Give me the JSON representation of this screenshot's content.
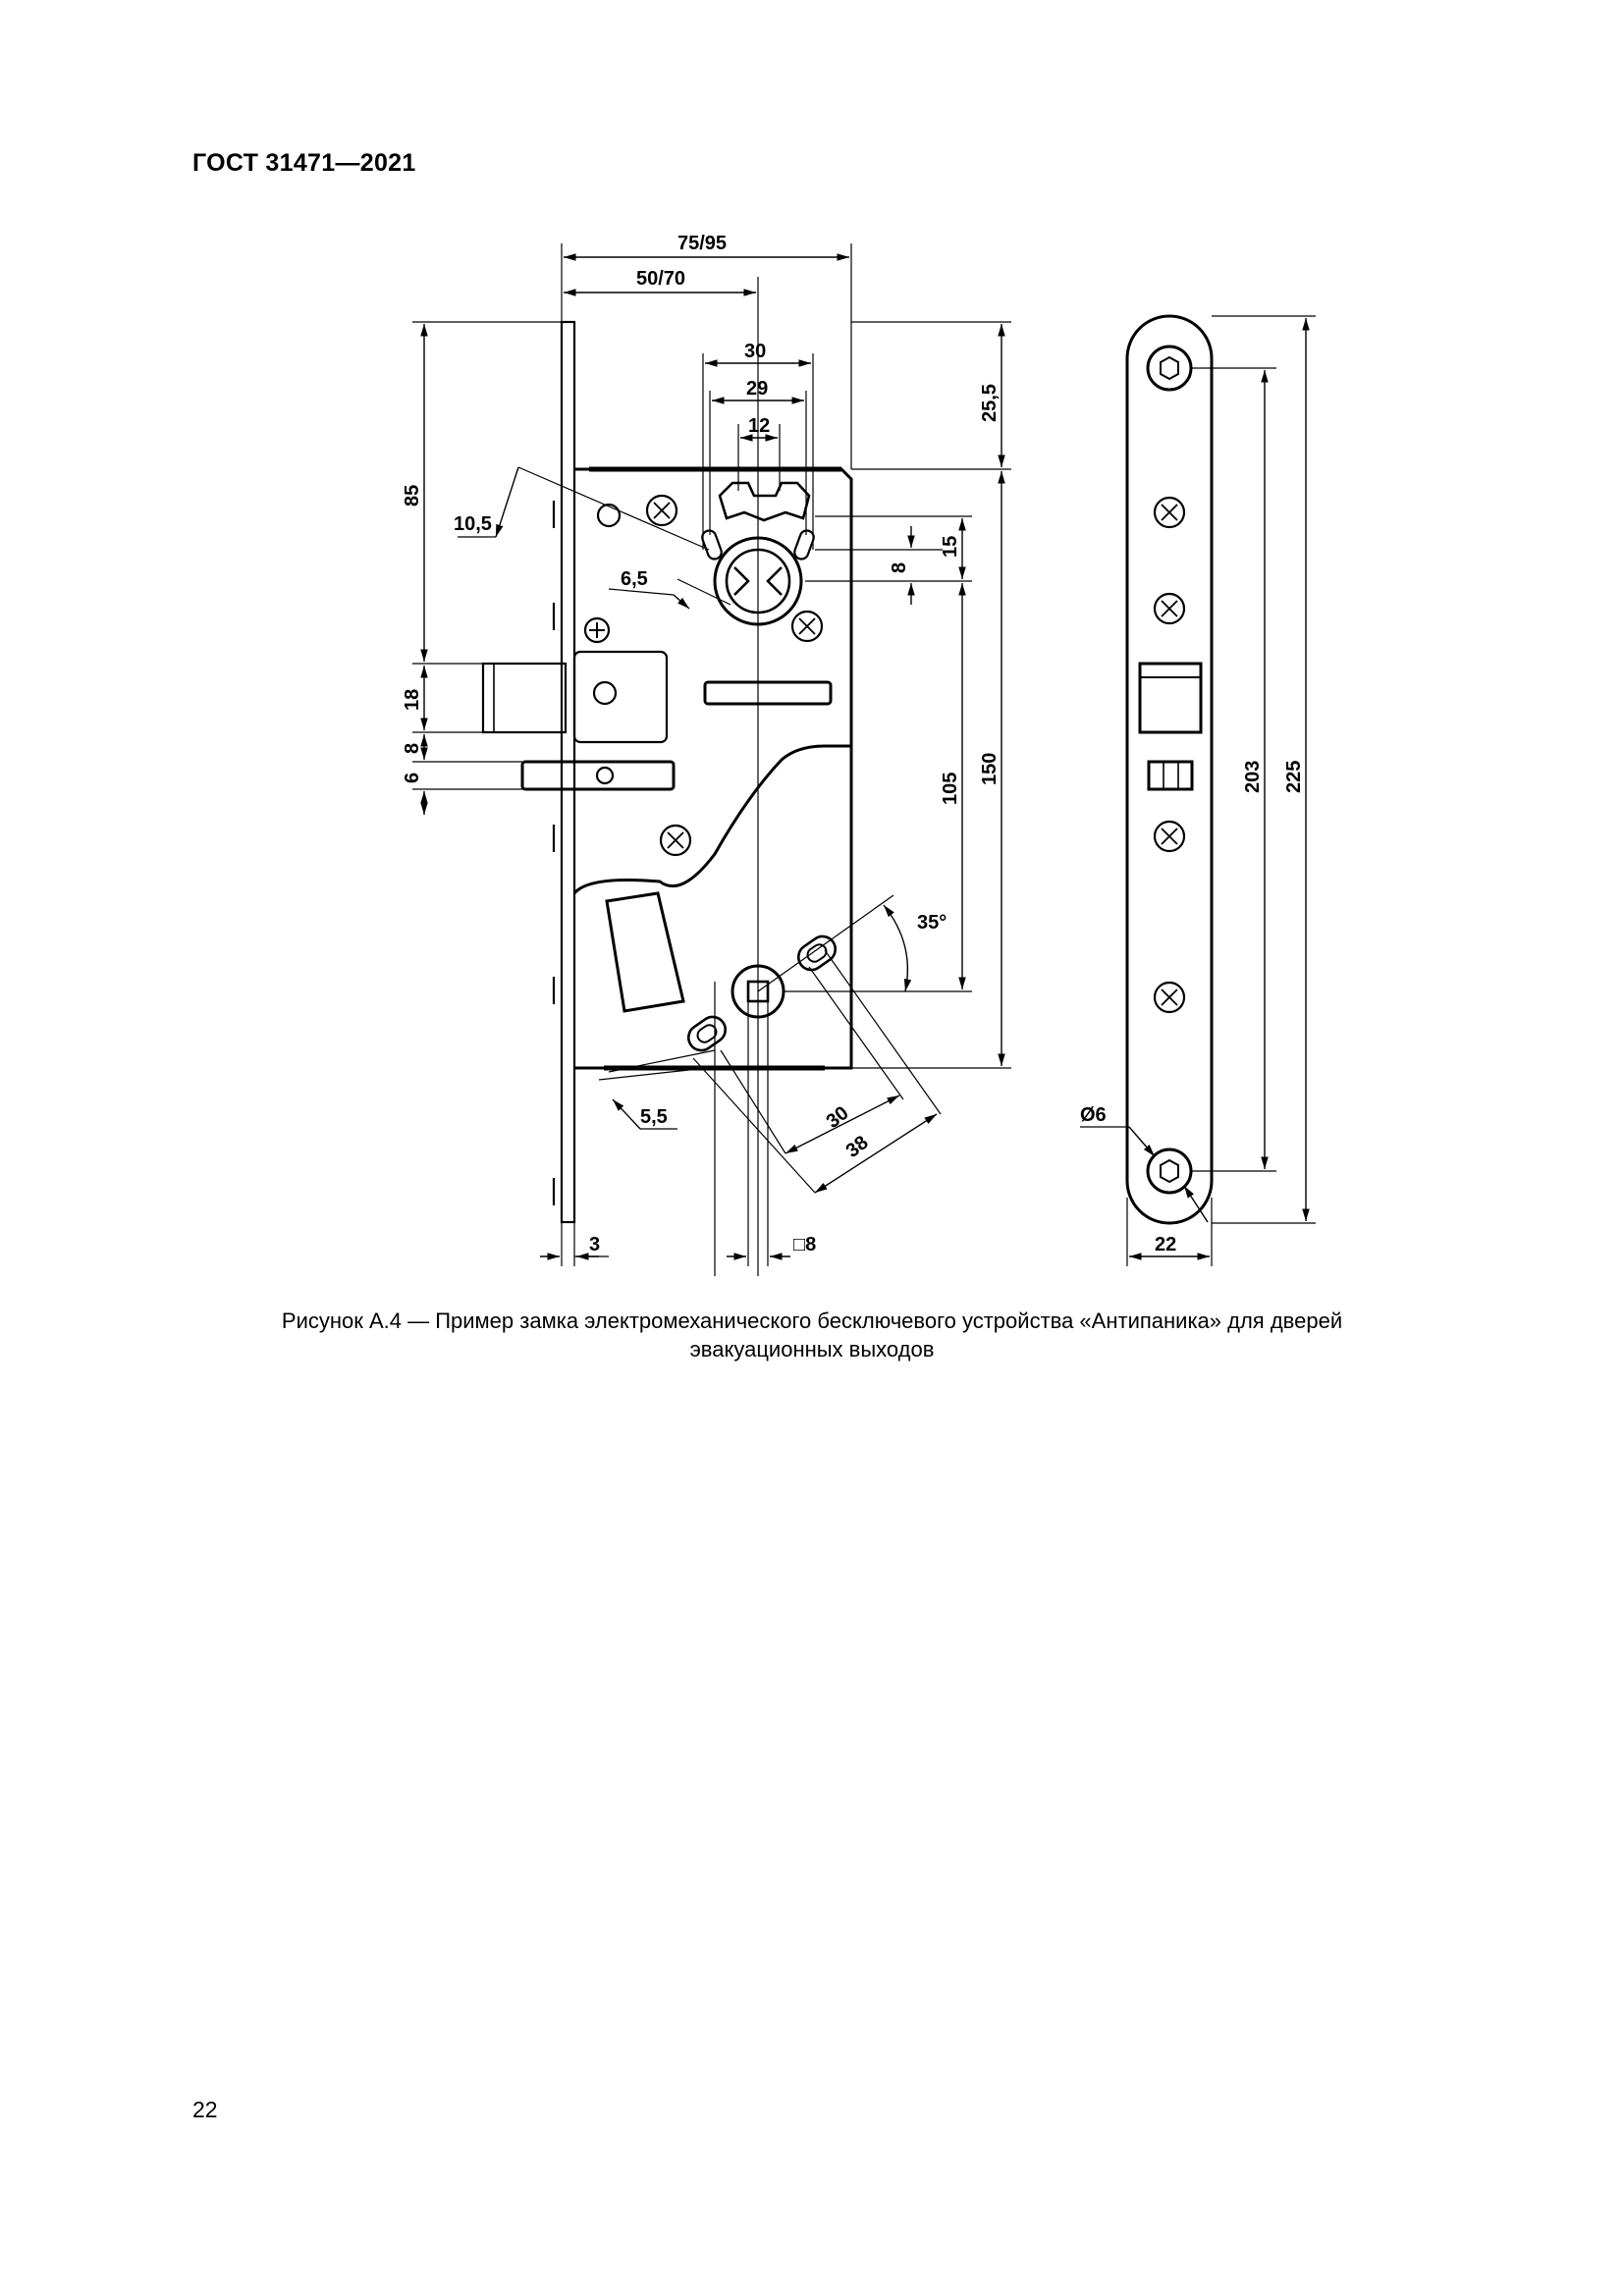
{
  "header": {
    "standard": "ГОСТ 31471—2021"
  },
  "figure": {
    "dims": {
      "d_75_95": "75/95",
      "d_50_70": "50/70",
      "d_30_top": "30",
      "d_29": "29",
      "d_12": "12",
      "d_25_5": "25,5",
      "d_85": "85",
      "d_10_5": "10,5",
      "d_6_5": "6,5",
      "d_15": "15",
      "d_8_right": "8",
      "d_18": "18",
      "d_8_left": "8",
      "d_6": "6",
      "d_105": "105",
      "d_150": "150",
      "d_35deg": "35°",
      "d_5_5": "5,5",
      "d_30_bottom": "30",
      "d_38": "38",
      "d_3": "3",
      "d_sq8": "□8",
      "d_phi6": "Ø6",
      "d_22": "22",
      "d_203": "203",
      "d_225": "225"
    }
  },
  "caption": {
    "line1": "Рисунок А.4 — Пример замка электромеханического бесключевого устройства «Антипаника» для дверей",
    "line2": "эвакуационных выходов"
  },
  "page_number": "22"
}
